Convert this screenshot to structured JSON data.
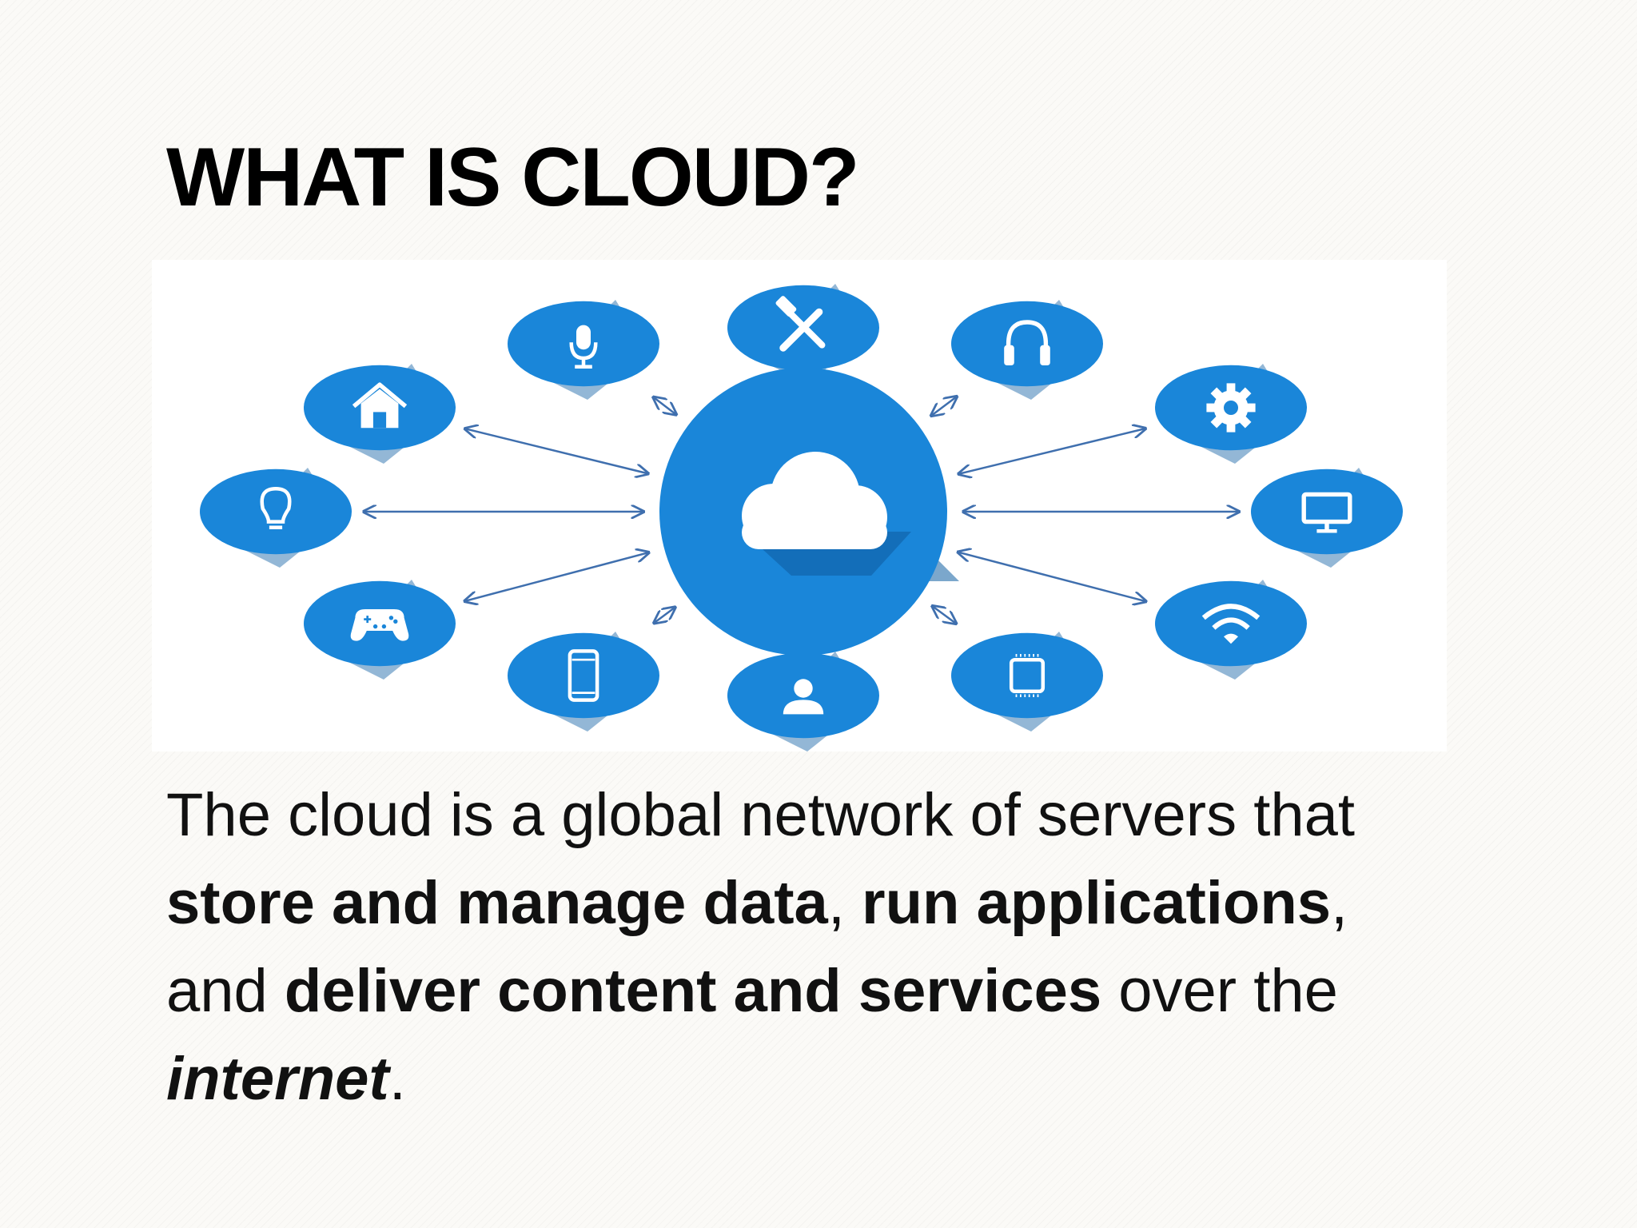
{
  "slide": {
    "title": "WHAT IS CLOUD?",
    "body_segments": [
      {
        "text": "The cloud is a global network of servers that ",
        "style": "normal"
      },
      {
        "text": "store and manage data",
        "style": "bold"
      },
      {
        "text": ", ",
        "style": "normal"
      },
      {
        "text": "run applications",
        "style": "bold"
      },
      {
        "text": ", and ",
        "style": "normal"
      },
      {
        "text": "deliver content and services",
        "style": "bold"
      },
      {
        "text": " over the ",
        "style": "normal"
      },
      {
        "text": "internet",
        "style": "bold-italic"
      },
      {
        "text": ".",
        "style": "normal"
      }
    ]
  },
  "diagram": {
    "center_icon": "cloud-icon",
    "node_icons": [
      "microphone-icon",
      "tools-icon",
      "headphones-icon",
      "gear-icon",
      "monitor-icon",
      "wifi-icon",
      "chip-icon",
      "user-icon",
      "smartphone-icon",
      "gamepad-icon",
      "lightbulb-icon",
      "home-icon"
    ],
    "colors": {
      "circle": "#1a86d9",
      "shadow": "#0f5fa3",
      "arrow": "#3f6fae",
      "glyph": "#ffffff"
    }
  }
}
